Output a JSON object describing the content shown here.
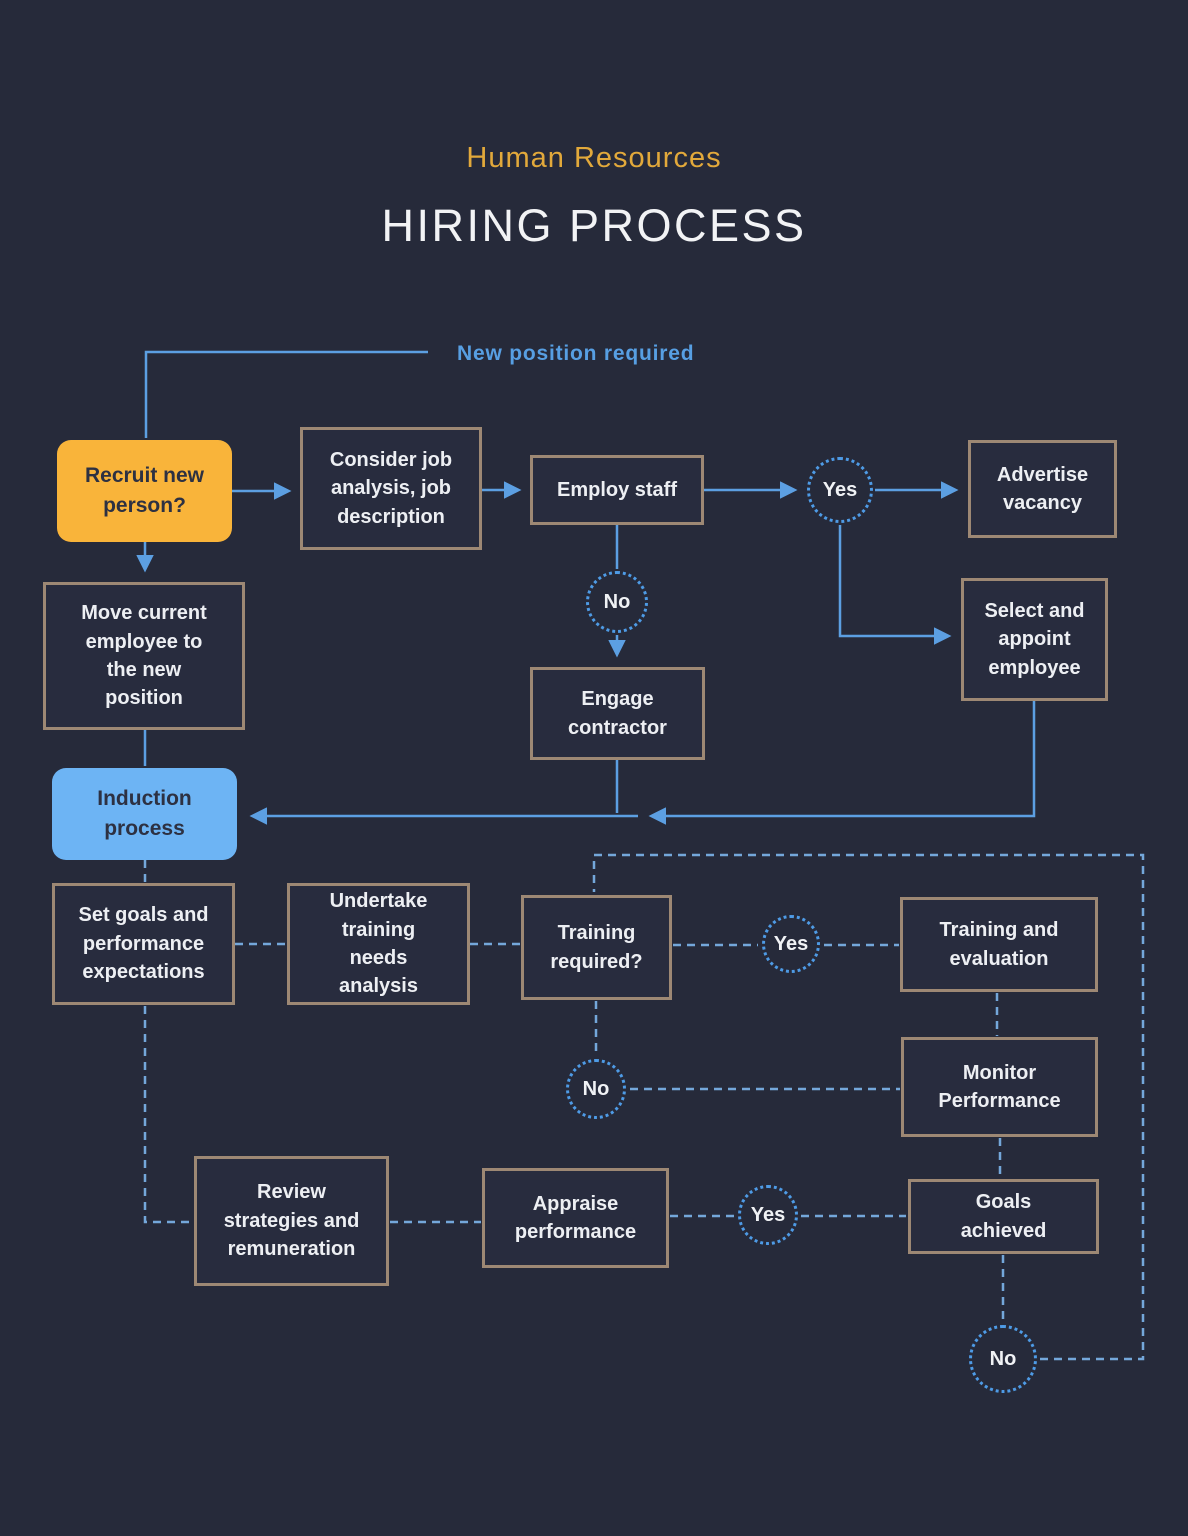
{
  "header": {
    "subtitle": "Human Resources",
    "title": "HIRING PROCESS"
  },
  "annotations": {
    "new_position_label": "New position required"
  },
  "nodes": {
    "recruit": {
      "label": "Recruit new person?"
    },
    "consider": {
      "label": "Consider job analysis, job description"
    },
    "employ": {
      "label": "Employ staff"
    },
    "advertise": {
      "label": "Advertise vacancy"
    },
    "select": {
      "label": "Select and appoint employee"
    },
    "move": {
      "label": "Move current employee to the new position"
    },
    "engage": {
      "label": "Engage contractor"
    },
    "induction": {
      "label": "Induction process"
    },
    "set_goals": {
      "label": "Set goals and performance expectations"
    },
    "undertake": {
      "label": "Undertake training needs analysis"
    },
    "training_required": {
      "label": "Training required?"
    },
    "training_eval": {
      "label": "Training and evaluation"
    },
    "monitor": {
      "label": "Monitor Performance"
    },
    "review": {
      "label": "Review strategies and remuneration"
    },
    "appraise": {
      "label": "Appraise performance"
    },
    "goals": {
      "label": "Goals achieved"
    }
  },
  "decisions": {
    "yes_top": "Yes",
    "no_top": "No",
    "yes_mid": "Yes",
    "no_mid": "No",
    "yes_bottom": "Yes",
    "no_bottom": "No"
  },
  "colors": {
    "background": "#262a3a",
    "box_border_tan": "#9d8874",
    "box_fill": "#282c3e",
    "accent_orange": "#f9b43a",
    "accent_light_blue": "#6db4f4",
    "solid_line_blue": "#5c9fe2",
    "dashed_line_blue": "#74a7da",
    "decision_ring_blue": "#4e9be6",
    "title_gold": "#e2a93b",
    "title_white": "#f2f3f5",
    "flow_label_blue": "#579fe3"
  }
}
